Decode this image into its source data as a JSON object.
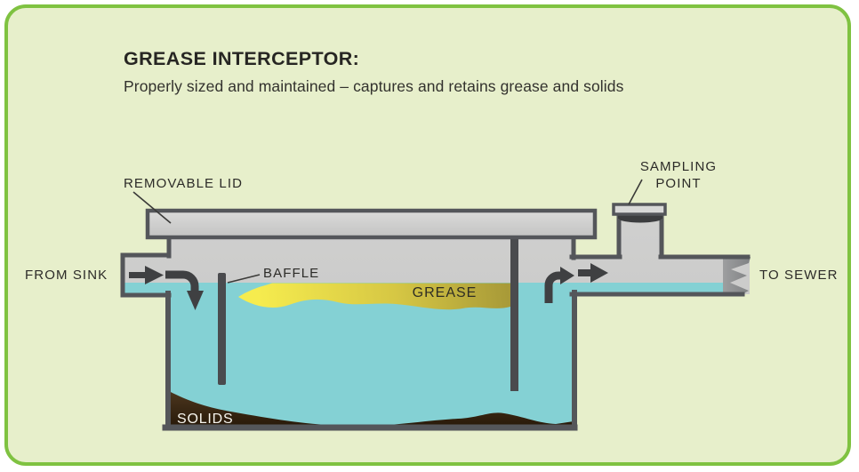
{
  "header": {
    "title": "GREASE INTERCEPTOR:",
    "subtitle": "Properly sized and maintained – captures and retains grease and solids"
  },
  "diagram": {
    "labels": {
      "removable_lid": "REMOVABLE LID",
      "sampling_point_line1": "SAMPLING",
      "sampling_point_line2": "POINT",
      "from_sink": "FROM SINK",
      "baffle": "BAFFLE",
      "grease": "GREASE",
      "to_sewer": "TO SEWER",
      "solids": "SOLIDS"
    },
    "colors": {
      "panel_background": "#e7efcb",
      "panel_border": "#7fc241",
      "tank_gray": "#c9c9c8",
      "lid_gray": "#d2d2d1",
      "outline_dark": "#54565a",
      "water_teal": "#84d1d4",
      "grease_yellow": "#f0e549",
      "grease_olive": "#ab9c38",
      "solids_brown": "#3a2916",
      "arrow_dark": "#3f4042",
      "pipe_break_gray": "#8e9092",
      "text_dark": "#2c2b28"
    }
  }
}
